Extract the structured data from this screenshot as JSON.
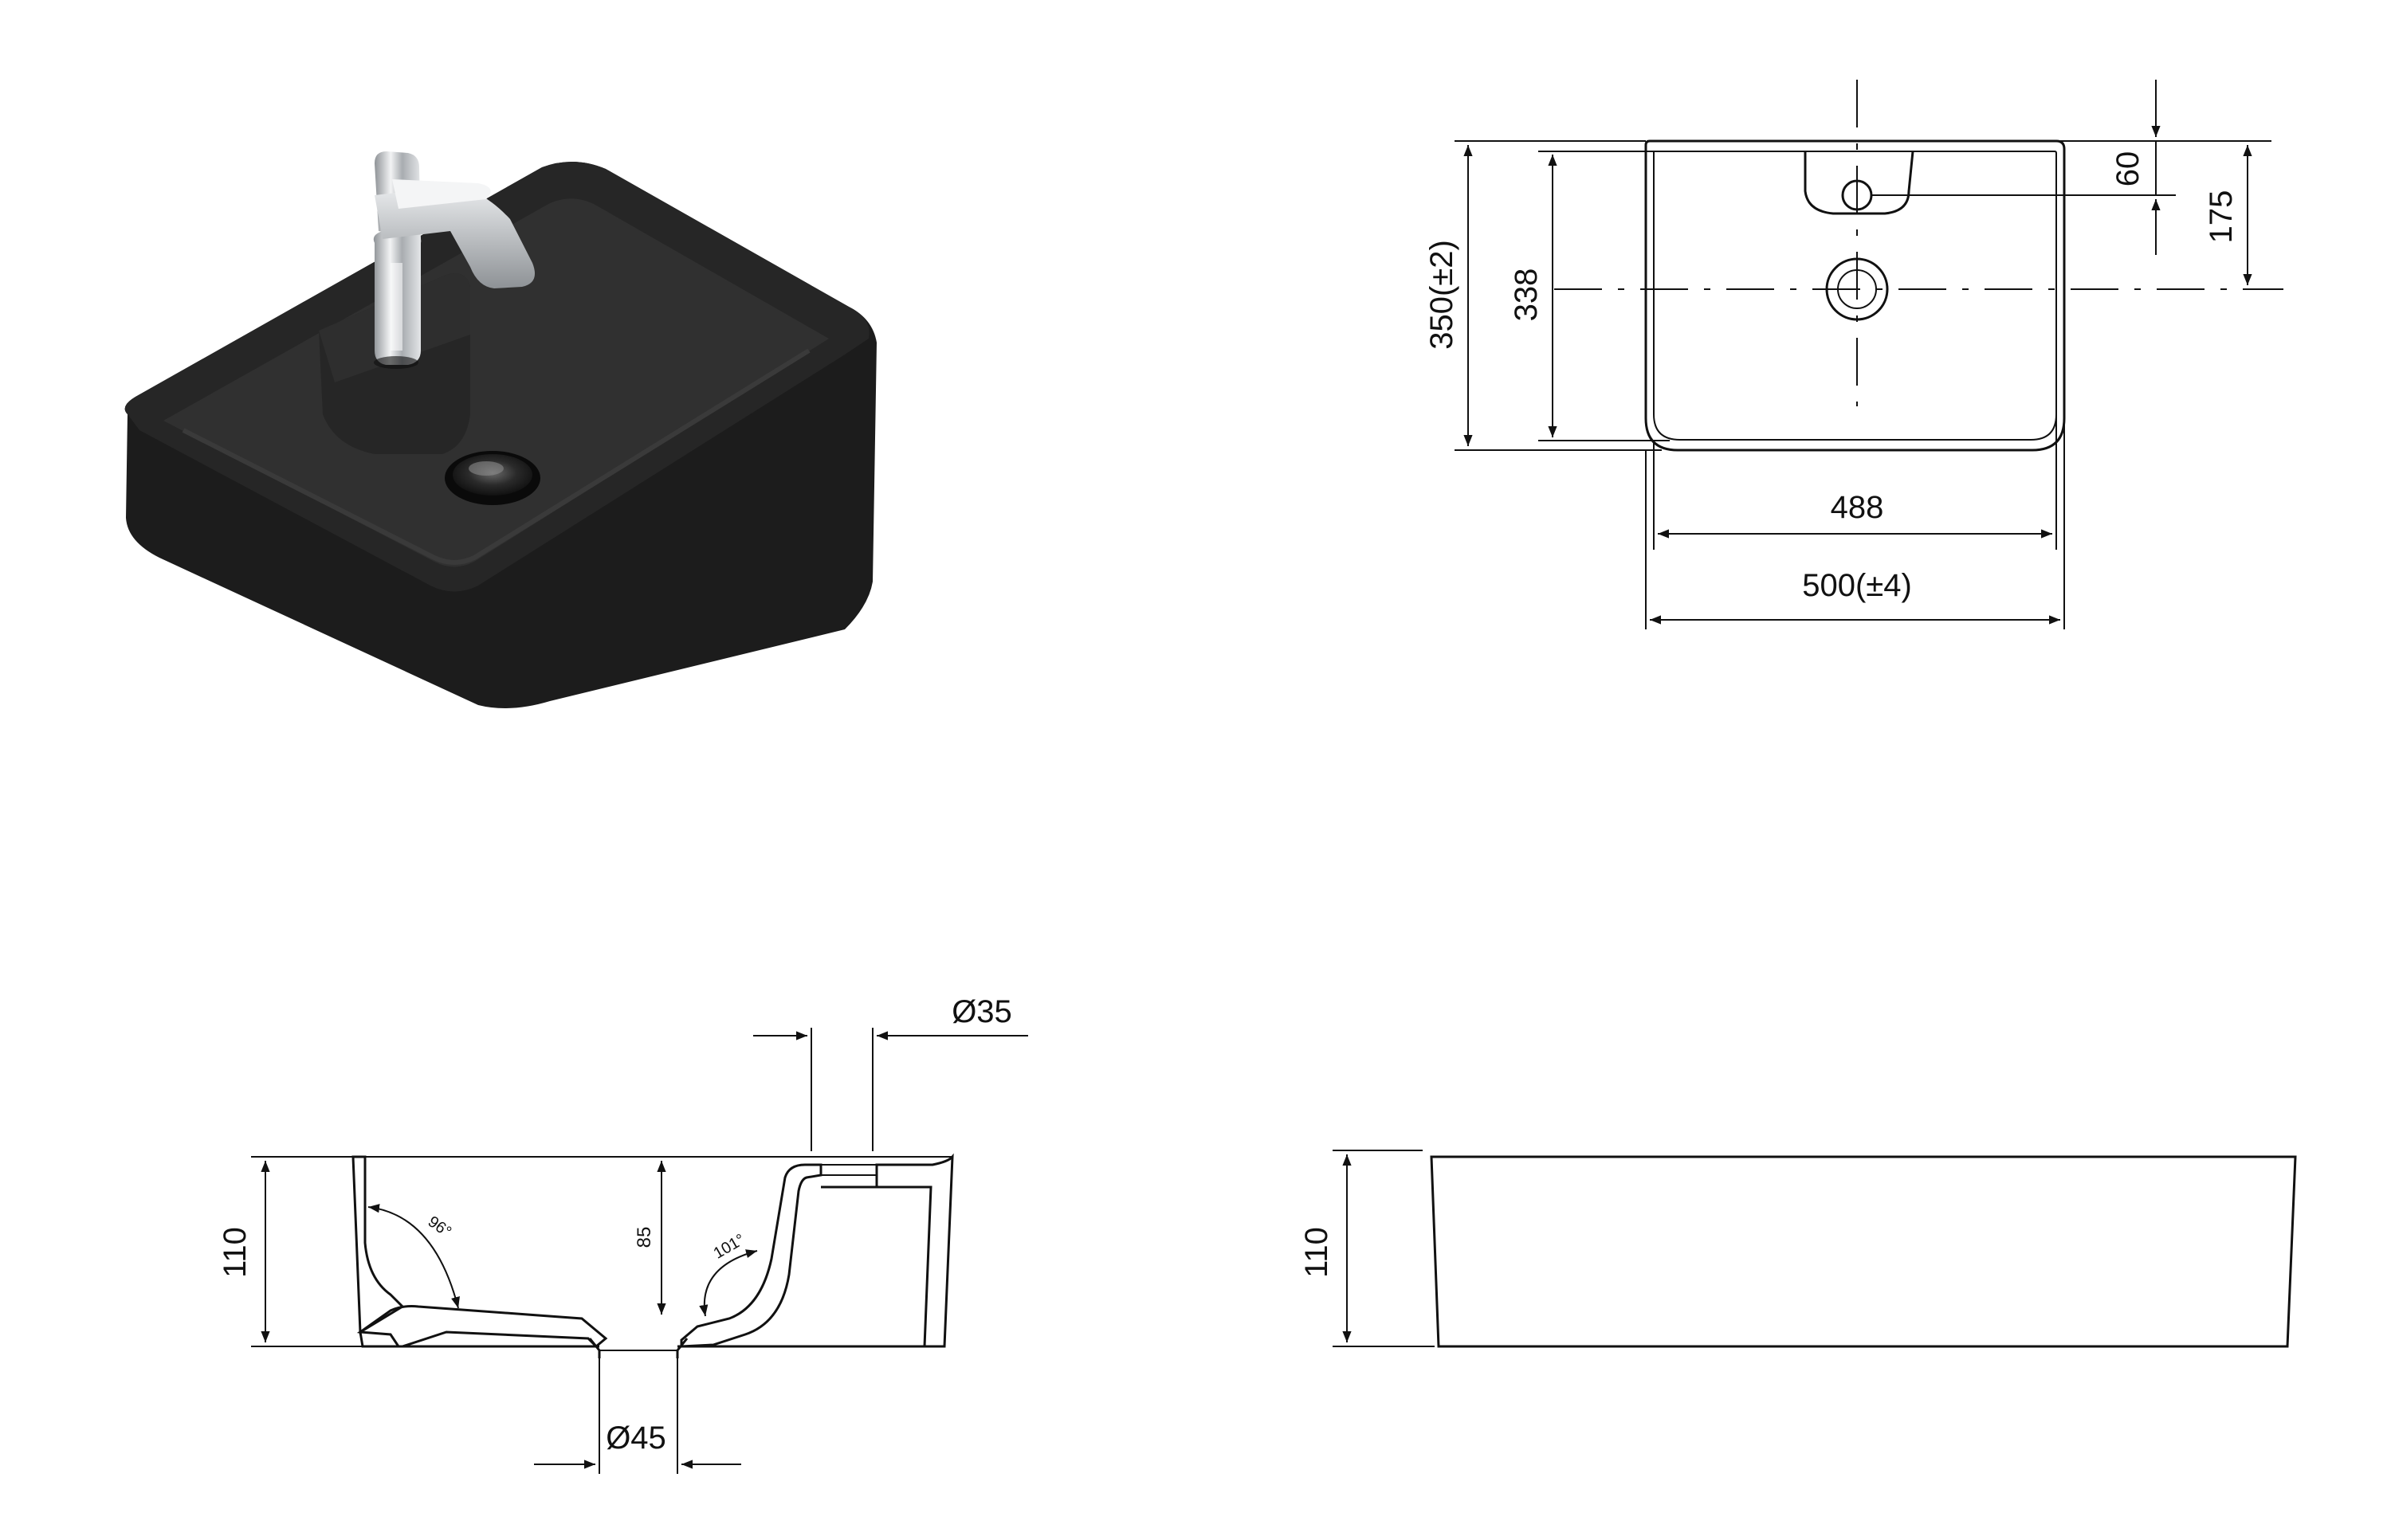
{
  "colors": {
    "line": "#111111",
    "basin_body": "#1e1e1e",
    "basin_inner": "#2a2a2a",
    "chrome": "#c9ccd0",
    "background": "#ffffff"
  },
  "icons": {
    "product_render": "black-washbasin-with-chrome-faucet"
  },
  "dimensions": {
    "top_view": {
      "outer_height": "350(±2)",
      "inner_height": "338",
      "tap_offset": "60",
      "drain_offset": "175",
      "inner_width": "488",
      "outer_width": "500(±4)"
    },
    "section_view": {
      "height": "110",
      "tap_hole": "Ø35",
      "drain_hole": "Ø45",
      "bowl_depth": "85",
      "left_angle": "96°",
      "right_angle": "101°"
    },
    "side_view": {
      "height": "110"
    }
  }
}
